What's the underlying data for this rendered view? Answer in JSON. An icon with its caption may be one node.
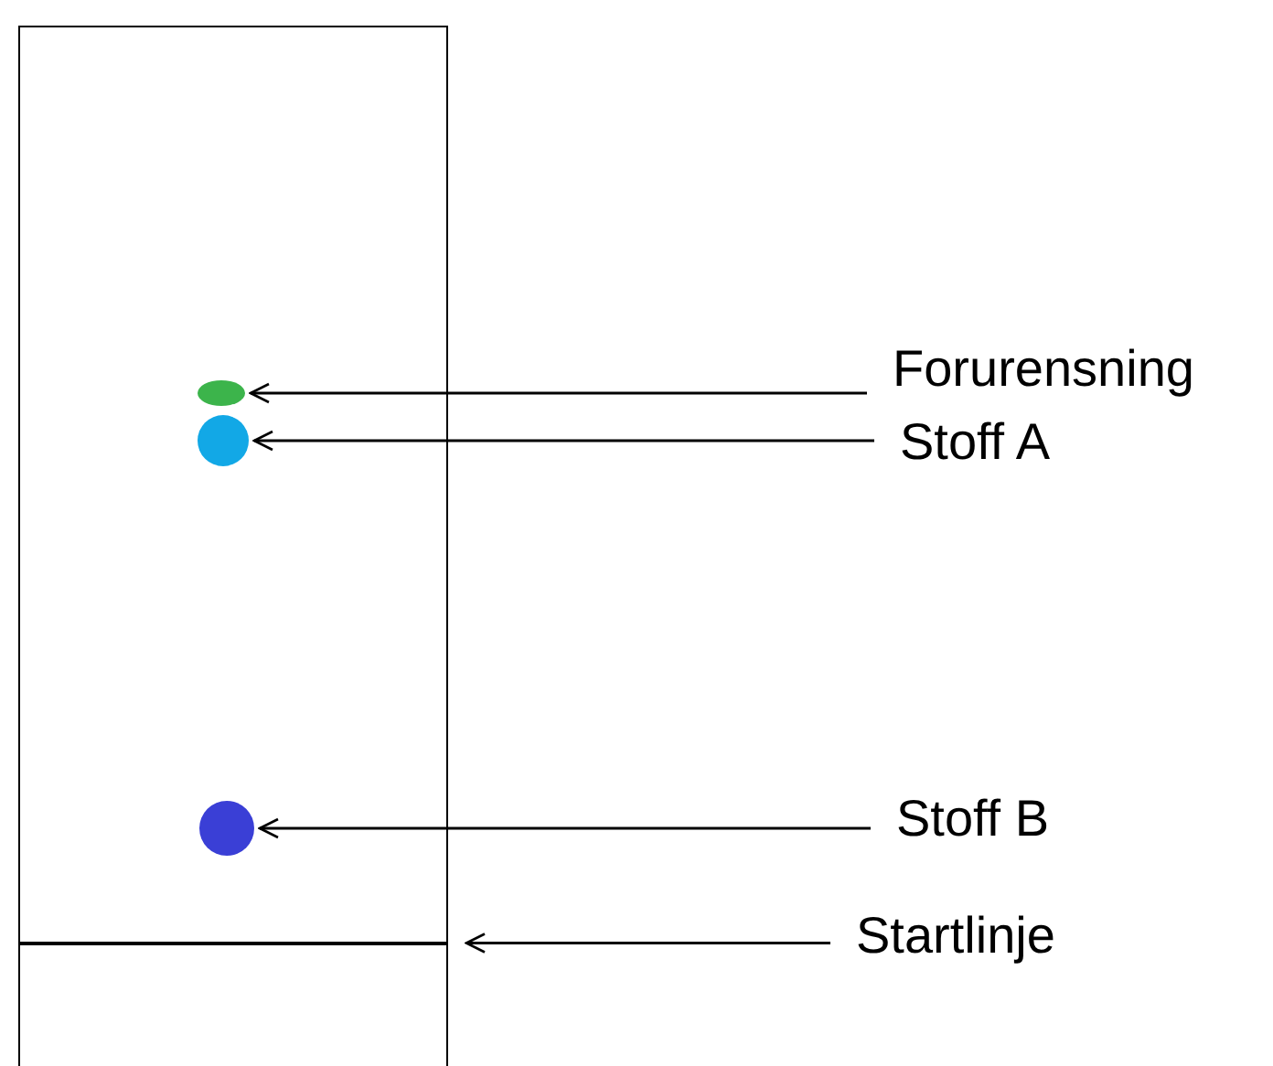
{
  "diagram": {
    "nodes": [
      {
        "text": [],
        "shape": "box"
      },
      {
        "text": [],
        "shape": "circle",
        "in": 0
      },
      {
        "text": [],
        "shape": "circle",
        "in": 0
      },
      {
        "text": [],
        "shape": "circle",
        "in": 0
      },
      {
        "text": [],
        "shape": "line",
        "in": 0
      },
      {
        "text": [
          "Forurensning"
        ]
      },
      {
        "text": [
          "Stoff A"
        ]
      },
      {
        "text": [
          "Stoff B"
        ]
      },
      {
        "text": [
          "Startlinje"
        ]
      }
    ],
    "edges": [
      {
        "from": 5,
        "to": 1,
        "arrow": "to"
      },
      {
        "from": 6,
        "to": 2,
        "arrow": "to"
      },
      {
        "from": 7,
        "to": 3,
        "arrow": "to"
      },
      {
        "from": 8,
        "to": 4,
        "arrow": "to"
      }
    ]
  }
}
